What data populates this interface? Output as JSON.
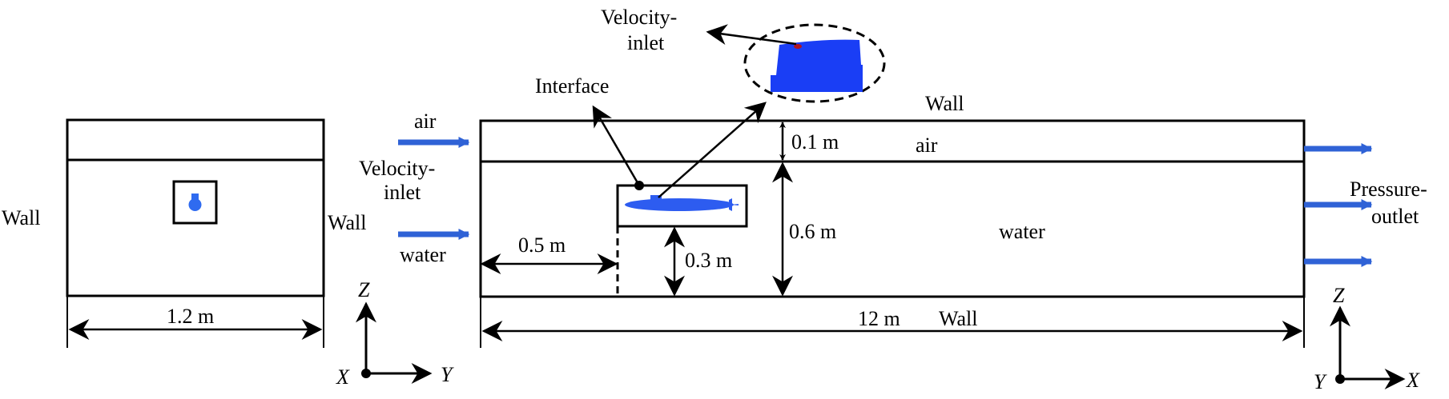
{
  "left_view": {
    "wall_label": "Wall",
    "width_label": "1.2 m",
    "axes": {
      "vertical": "Z",
      "horizontal": "Y",
      "origin": "X"
    }
  },
  "main_view": {
    "inlet_labels": {
      "air": "air",
      "velocity_inlet": "Velocity-\ninlet",
      "velocity_inlet_line1": "Velocity-",
      "velocity_inlet_line2": "inlet",
      "water": "water"
    },
    "left_wall_label": "Wall",
    "top_wall_label": "Wall",
    "bottom_wall_label": "Wall",
    "air_region_label": "air",
    "water_region_label": "water",
    "dimensions": {
      "air_height": "0.1 m",
      "water_height": "0.6 m",
      "sub_depth": "0.3 m",
      "inlet_distance": "0.5 m",
      "length": "12 m"
    },
    "interface_label": "Interface",
    "detail_inlet_line1": "Velocity-",
    "detail_inlet_line2": "inlet",
    "outlet_line1": "Pressure-",
    "outlet_line2": "outlet",
    "axes": {
      "vertical": "Z",
      "horizontal": "X",
      "origin": "Y"
    }
  },
  "colors": {
    "flow_arrow": "#2f62d6",
    "submarine": "#2d5cf0",
    "detail": "#1a3ef5"
  }
}
